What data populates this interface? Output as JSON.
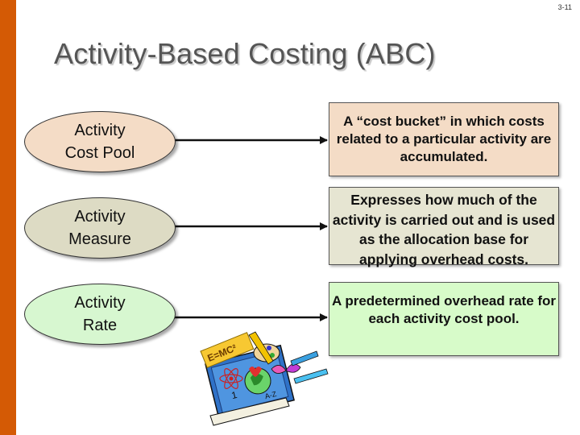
{
  "slide": {
    "page_number": "3-11",
    "title": "Activity-Based Costing (ABC)"
  },
  "concepts": [
    {
      "term_line1": "Activity",
      "term_line2": "Cost Pool",
      "definition": "A “cost bucket” in which costs related to a particular activity are accumulated."
    },
    {
      "term_line1": "Activity",
      "term_line2": "Measure",
      "definition": "Expresses how much of the activity is carried out and is used as the allocation base for applying overhead costs."
    },
    {
      "term_line1": "Activity",
      "term_line2": "Rate",
      "definition": "A predetermined overhead rate for each activity cost pool."
    }
  ],
  "clipart": {
    "icon": "school-supplies-clipart-icon",
    "lettering": "E=MC²"
  },
  "colors": {
    "accent_stripe": "#d45a05",
    "cost_pool_fill": "#f4dcc6",
    "measure_fill": "#dddbc4",
    "rate_fill": "#d7f7d0"
  }
}
